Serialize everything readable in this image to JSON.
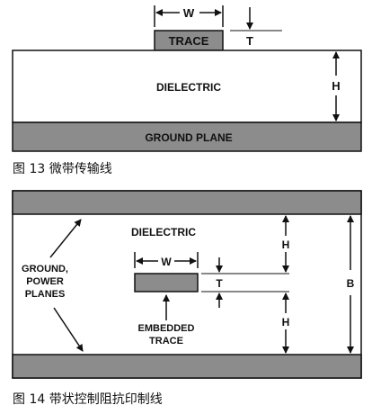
{
  "figure13": {
    "labels": {
      "width": "W",
      "trace": "TRACE",
      "thickness": "T",
      "dielectric": "DIELECTRIC",
      "height": "H",
      "ground_plane": "GROUND PLANE"
    },
    "caption": "图 13  微带传输线"
  },
  "figure14": {
    "labels": {
      "dielectric": "DIELECTRIC",
      "ground_line1": "GROUND,",
      "ground_line2": "POWER",
      "ground_line3": "PLANES",
      "width": "W",
      "thickness": "T",
      "height_top": "H",
      "height_bottom": "H",
      "total_height": "B",
      "embedded_line1": "EMBEDDED",
      "embedded_line2": "TRACE"
    },
    "caption": "图 14  带状控制阻抗印制线"
  },
  "colors": {
    "plane_fill": "#8c8c8c",
    "trace_fill": "#8c8c8c",
    "line": "#111111",
    "background": "#ffffff"
  }
}
